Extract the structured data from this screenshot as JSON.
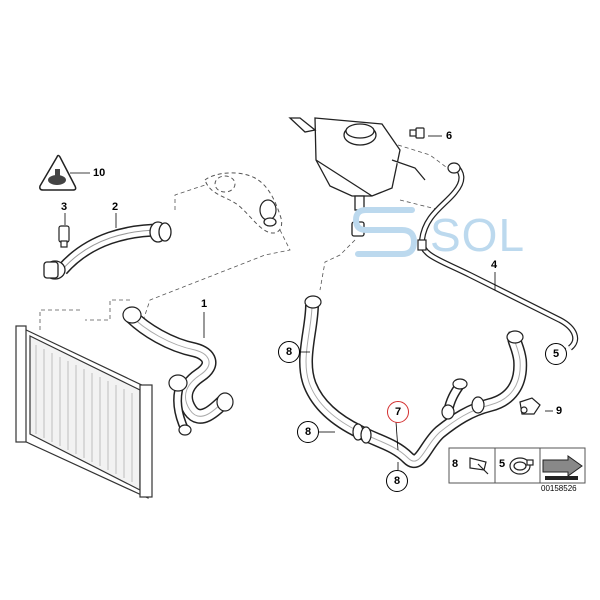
{
  "callouts": {
    "c1": "1",
    "c2": "2",
    "c3": "3",
    "c4": "4",
    "c5a": "5",
    "c6": "6",
    "c7": "7",
    "c8a": "8",
    "c8b": "8",
    "c8c": "8",
    "c9": "9",
    "c10": "10"
  },
  "legend": {
    "item8": "8",
    "item5": "5"
  },
  "watermark": "SOL",
  "part_number": "00158526",
  "highlight_color": "#d32f2f",
  "icons": [
    "warning-triangle-icon",
    "arrow-right-icon"
  ]
}
